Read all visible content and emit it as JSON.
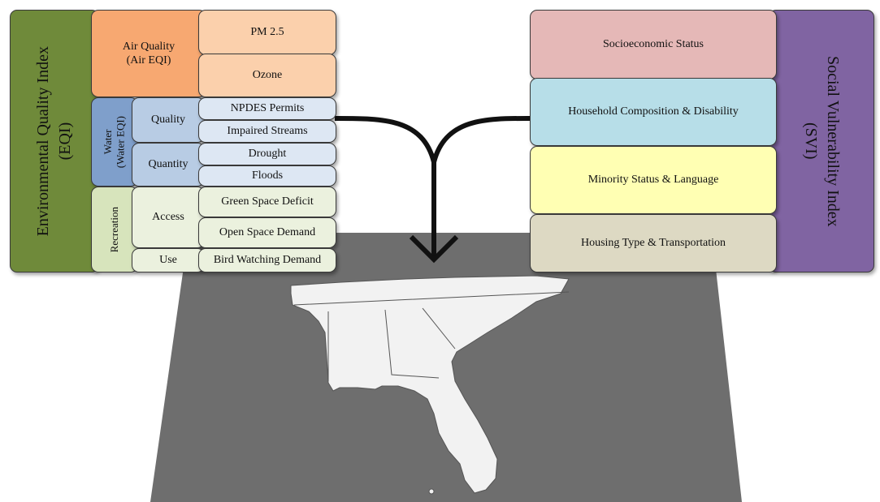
{
  "eqi": {
    "title": "Environmental Quality Index",
    "abbr": "(EQI)",
    "air": {
      "label_line1": "Air Quality",
      "label_line2": "(Air EQI)",
      "items": [
        "PM 2.5",
        "Ozone"
      ]
    },
    "water": {
      "label_line1": "Water",
      "label_line2": "(Water EQI)",
      "quality_label": "Quality",
      "quality_items": [
        "NPDES Permits",
        "Impaired Streams"
      ],
      "quantity_label": "Quantity",
      "quantity_items": [
        "Drought",
        "Floods"
      ]
    },
    "recreation": {
      "label": "Recreation",
      "access_label": "Access",
      "access_items": [
        "Green Space Deficit",
        "Open Space Demand"
      ],
      "use_label": "Use",
      "use_items": [
        "Bird Watching Demand"
      ]
    }
  },
  "svi": {
    "title": "Social Vulnerability Index",
    "abbr": "(SVI)",
    "items": [
      "Socioeconomic Status",
      "Household Composition & Disability",
      "Minority Status & Language",
      "Housing Type & Transportation"
    ]
  },
  "colors": {
    "eqi_green": "#6f8a3a",
    "air_orange": "#f7a871",
    "air_light": "#fbd0ac",
    "water_blue": "#7f9fcb",
    "water_mid": "#b8cce4",
    "water_light": "#dde7f3",
    "rec_green": "#d7e4bc",
    "rec_light": "#ebf1de",
    "svi_purple": "#8064a2",
    "svi_pink": "#e5b8b7",
    "svi_blue": "#b7dee8",
    "svi_yellow": "#ffffb3",
    "svi_tan": "#ddd9c3",
    "map_plane": "#6e6e6e",
    "arrow": "#111111"
  }
}
